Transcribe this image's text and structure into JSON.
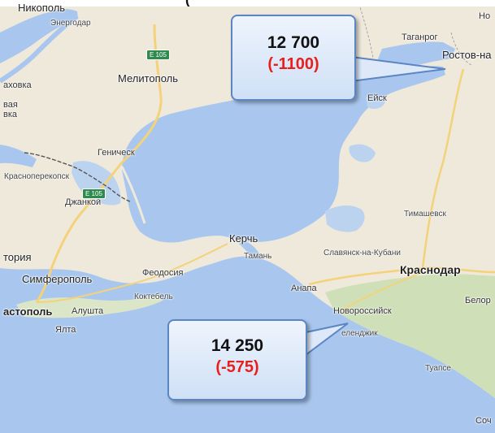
{
  "map": {
    "colors": {
      "land": "#efe9dc",
      "land_green": "#cfe0b8",
      "water": "#a9c7ee",
      "road": "#f4d27a",
      "border": "#555555"
    },
    "cities": {
      "nikopol": "Никополь",
      "energodar": "Энергодар",
      "melitopol": "Мелитополь",
      "genichesk": "Геническ",
      "krasnoperekopsk": "Красноперекопск",
      "dzhankoy": "Джанкой",
      "simferopol": "Симферополь",
      "feodosia": "Феодосия",
      "koktebel": "Коктебель",
      "alushta": "Алушта",
      "yalta": "Ялта",
      "sevastopol_fragment": "астополь",
      "kerch": "Керчь",
      "taman": "Тамань",
      "anapa": "Анапа",
      "novorossiysk": "Новороссийск",
      "gelendzhik": "еленджик",
      "tuapse": "Туапсе",
      "sochi_fragment": "Соч",
      "krasnodar": "Краснодар",
      "slavyansk": "Славянск-на-Кубани",
      "timashevsk": "Тимашевск",
      "yeysk": "Ейск",
      "taganrog": "Таганрог",
      "rostov": "Ростов-на",
      "kakhovka_fragment": "аховка",
      "left_frag1": "вая",
      "left_frag2": "вка",
      "evpatoria_fragment": "тория",
      "belorech_fragment": "Белор",
      "top_right_fragment": "Но"
    },
    "roads": {
      "e105_north": "E 105",
      "e105_south": "E 105"
    }
  },
  "title_fragment": "(",
  "callouts": [
    {
      "value": "12 700",
      "change": "(-1100)"
    },
    {
      "value": "14 250",
      "change": "(-575)"
    }
  ]
}
